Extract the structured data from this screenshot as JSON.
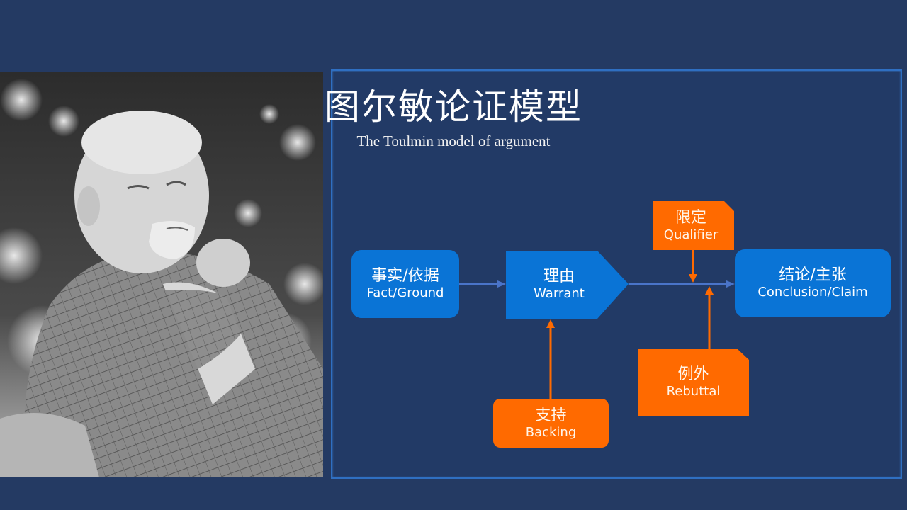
{
  "slide": {
    "title": "图尔敏论证模型",
    "subtitle": "The Toulmin model of argument",
    "photo_alt": "Black-and-white portrait of Stephen Toulmin"
  },
  "colors": {
    "background": "#243a63",
    "frame_border": "#2f6fc2",
    "node_blue": "#0a74d6",
    "node_orange": "#ff6a00",
    "arrow_blue": "#4a74c9",
    "arrow_orange": "#ff6a00"
  },
  "diagram": {
    "nodes": {
      "fact": {
        "zh": "事实/依据",
        "en": "Fact/Ground"
      },
      "warrant": {
        "zh": "理由",
        "en": "Warrant"
      },
      "qualifier": {
        "zh": "限定",
        "en": "Qualifier"
      },
      "conclusion": {
        "zh": "结论/主张",
        "en": "Conclusion/Claim"
      },
      "backing": {
        "zh": "支持",
        "en": "Backing"
      },
      "rebuttal": {
        "zh": "例外",
        "en": "Rebuttal"
      }
    },
    "edges": [
      {
        "from": "fact",
        "to": "warrant"
      },
      {
        "from": "warrant",
        "to": "conclusion"
      },
      {
        "from": "qualifier",
        "to": "warrant-conclusion-line"
      },
      {
        "from": "rebuttal",
        "to": "warrant-conclusion-line"
      },
      {
        "from": "backing",
        "to": "warrant"
      }
    ]
  }
}
